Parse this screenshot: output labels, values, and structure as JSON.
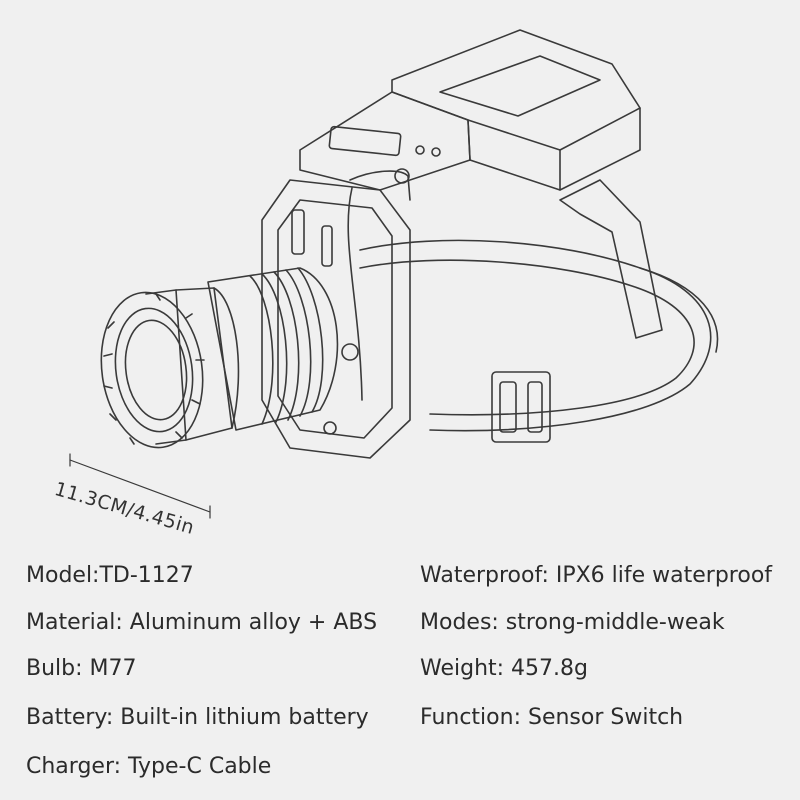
{
  "product": {
    "dimension_label": "11.3CM/4.45in",
    "specs_left": [
      "Model:TD-1127",
      "Material: Aluminum alloy + ABS",
      "Bulb: M77",
      "Battery: Built-in lithium battery",
      "Charger: Type-C Cable"
    ],
    "specs_right": [
      "Waterproof: IPX6 life waterproof",
      "Modes: strong-middle-weak",
      "Weight: 457.8g",
      "Function: Sensor Switch"
    ]
  },
  "colors": {
    "background": "#f0f0f0",
    "line": "#3a3a3a",
    "text": "#2b2b2b"
  }
}
